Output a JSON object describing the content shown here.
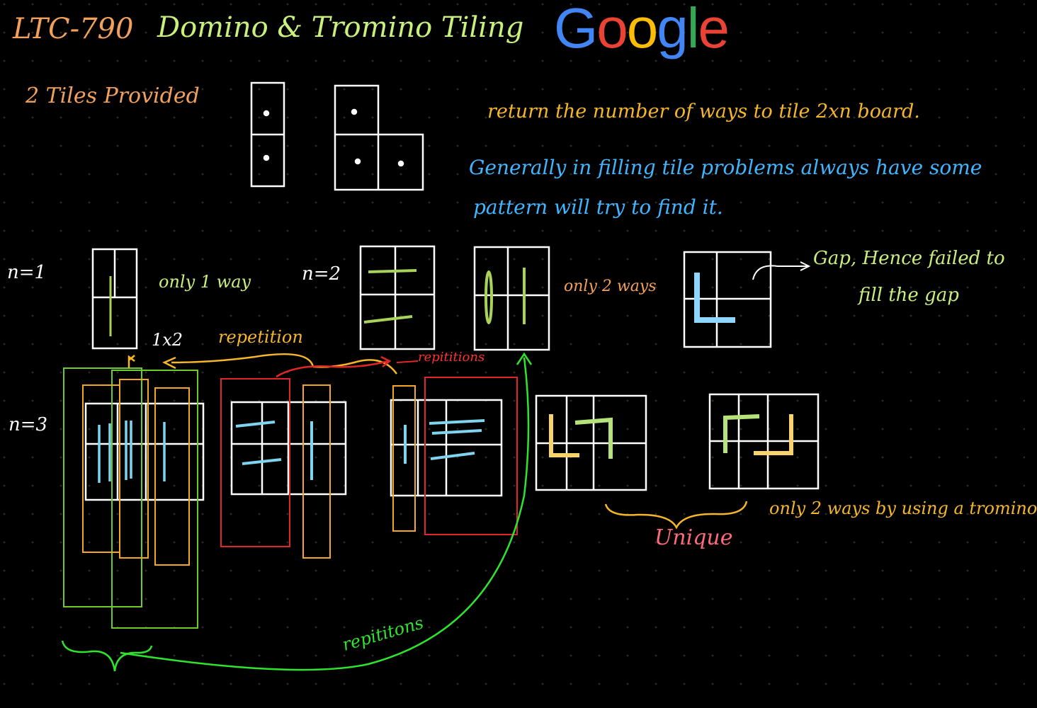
{
  "title": {
    "code": "LTC-790",
    "name": "Domino & Tromino Tiling"
  },
  "brand": {
    "logo_text": "Google",
    "letters": [
      {
        "ch": "G",
        "color": "#4285F4"
      },
      {
        "ch": "o",
        "color": "#EA4335"
      },
      {
        "ch": "o",
        "color": "#FBBC05"
      },
      {
        "ch": "g",
        "color": "#4285F4"
      },
      {
        "ch": "l",
        "color": "#34A853"
      },
      {
        "ch": "e",
        "color": "#EA4335"
      }
    ]
  },
  "notes": {
    "tiles_provided": "2 Tiles Provided",
    "return_statement": "return the number of ways to tile 2xn board.",
    "generally_line1": "Generally in filling tile problems always have some",
    "generally_line2": "pattern will try to find it.",
    "n1_label": "n=1",
    "n2_label": "n=2",
    "n3_label": "n=3",
    "only_1_way": "only 1 way",
    "only_2_ways": "only 2 ways",
    "gap_line1": "Gap, Hence failed to",
    "gap_line2": "fill the gap",
    "one_by_two": "1x2",
    "repetition": "repetition",
    "repititions_red": "repititions",
    "unique": "Unique",
    "only_2_ways_tromino": "only 2 ways by using a tromino",
    "repititons_green": "repititons"
  },
  "colors": {
    "background": "#000000",
    "grid_dot": "#2a2a2a",
    "orange": "#f2a05a",
    "lime": "#c9ef7c",
    "yellow": "#f6b62a",
    "blue": "#3fb6ff",
    "cyan": "#7fd4f0",
    "red": "#ff3030",
    "green": "#2ee52e",
    "pink": "#ff6a7a"
  }
}
